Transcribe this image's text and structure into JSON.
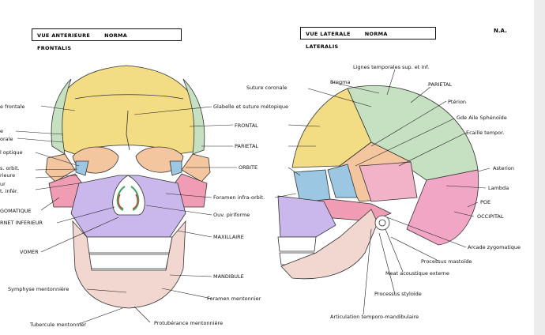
{
  "anterior": {
    "header_view": "VUE ANTERIEURE",
    "header_norma": "NORMA FRONTALIS",
    "labels": {
      "suture_frontale": "e frontale",
      "frag1": "e",
      "frag2": "orale",
      "optique": "l optique",
      "fiss_orbit": "s. orbit.",
      "fiss_orbit2": "rieure",
      "fiss_inf": "ur",
      "fiss_inf2": "t. infér.",
      "zygomatique": "GOMATIQUE",
      "cornet": "RNET INFERIEUR",
      "vomer": "VOMER",
      "symphyse": "Symphyse mentonnière",
      "tubercule": "Tubercule mentonnier",
      "protuberance": "Protubérance mentonnière",
      "glabelle": "Glabelle et suture métopique",
      "frontal": "FRONTAL",
      "parietal": "PARIETAL",
      "orbite": "ORBITE",
      "foramen_infra": "Foramen infra-orbit.",
      "ouv_piriforme": "Ouv. piriforme",
      "maxillaire": "MAXILLAIRE",
      "mandibule": "MANDIBULE",
      "foramen_menton": "Foramen mentonnier"
    }
  },
  "lateral": {
    "header_view": "VUE LATERALE",
    "header_norma": "NORMA LATERALIS",
    "labels": {
      "lignes_temporales": "Lignes temporales sup. et inf.",
      "suture_coronale": "Suture coronale",
      "bregma": "Bregma",
      "parietal": "PARIETAL",
      "pterion": "Ptérion",
      "gde_aile": "Gde Aile Sphénoïde",
      "ecaille": "Ecaille tempor.",
      "asterion": "Asterion",
      "lambda": "Lambda",
      "poe": "POE",
      "occipital": "OCCIPITAL",
      "arcade": "Arcade zygomatique",
      "mastoide": "Processus mastoïde",
      "meat": "Meat acoustique externe",
      "styloide": "Processus styloïde",
      "articulation": "Articulation temporo-mandibulaire"
    }
  },
  "initials": "N.A.",
  "colors": {
    "frontal": "#f2dc84",
    "parietal": "#c6e0c2",
    "temporal": "#f4c6a0",
    "sphenoid": "#f2b2c8",
    "zygomatic": "#ef9cb4",
    "maxilla": "#cab8ec",
    "mandible": "#f2d6d0",
    "occipital": "#f1a6c6",
    "lacrimal": "#9cc7e3",
    "green": "#3fa35c",
    "red": "#d33a3a"
  }
}
